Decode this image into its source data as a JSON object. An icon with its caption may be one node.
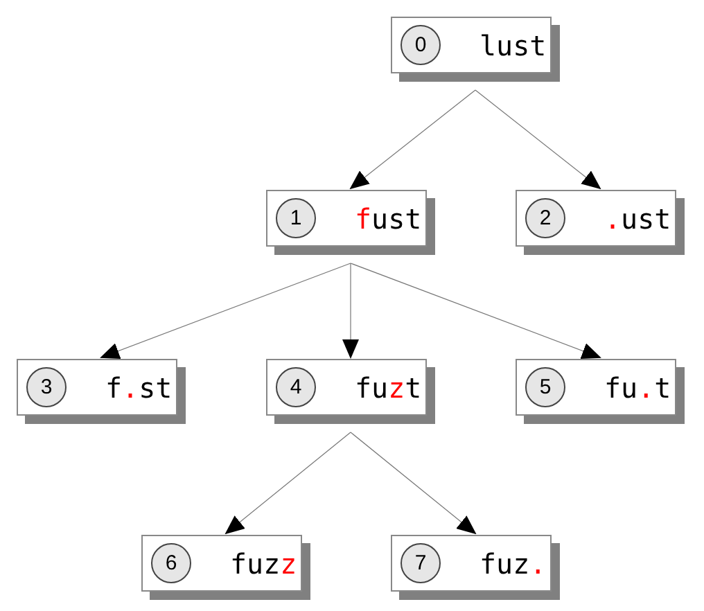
{
  "diagram": {
    "nodes": [
      {
        "text": [
          "0",
          "lust"
        ]
      },
      {
        "text": [
          "1",
          "fust"
        ]
      },
      {
        "text": [
          "2",
          ".ust"
        ]
      },
      {
        "text": [
          "3",
          "f.st"
        ]
      },
      {
        "text": [
          "4",
          "fuzt"
        ]
      },
      {
        "text": [
          "5",
          "fu.t"
        ]
      },
      {
        "text": [
          "6",
          "fuzz"
        ]
      },
      {
        "text": [
          "7",
          "fuz."
        ]
      }
    ],
    "edges": [
      {
        "from": 0,
        "to": 1,
        "arrow": "to"
      },
      {
        "from": 0,
        "to": 2,
        "arrow": "to"
      },
      {
        "from": 1,
        "to": 3,
        "arrow": "to"
      },
      {
        "from": 1,
        "to": 4,
        "arrow": "to"
      },
      {
        "from": 1,
        "to": 5,
        "arrow": "to"
      },
      {
        "from": 4,
        "to": 6,
        "arrow": "to"
      },
      {
        "from": 4,
        "to": 7,
        "arrow": "to"
      }
    ]
  }
}
